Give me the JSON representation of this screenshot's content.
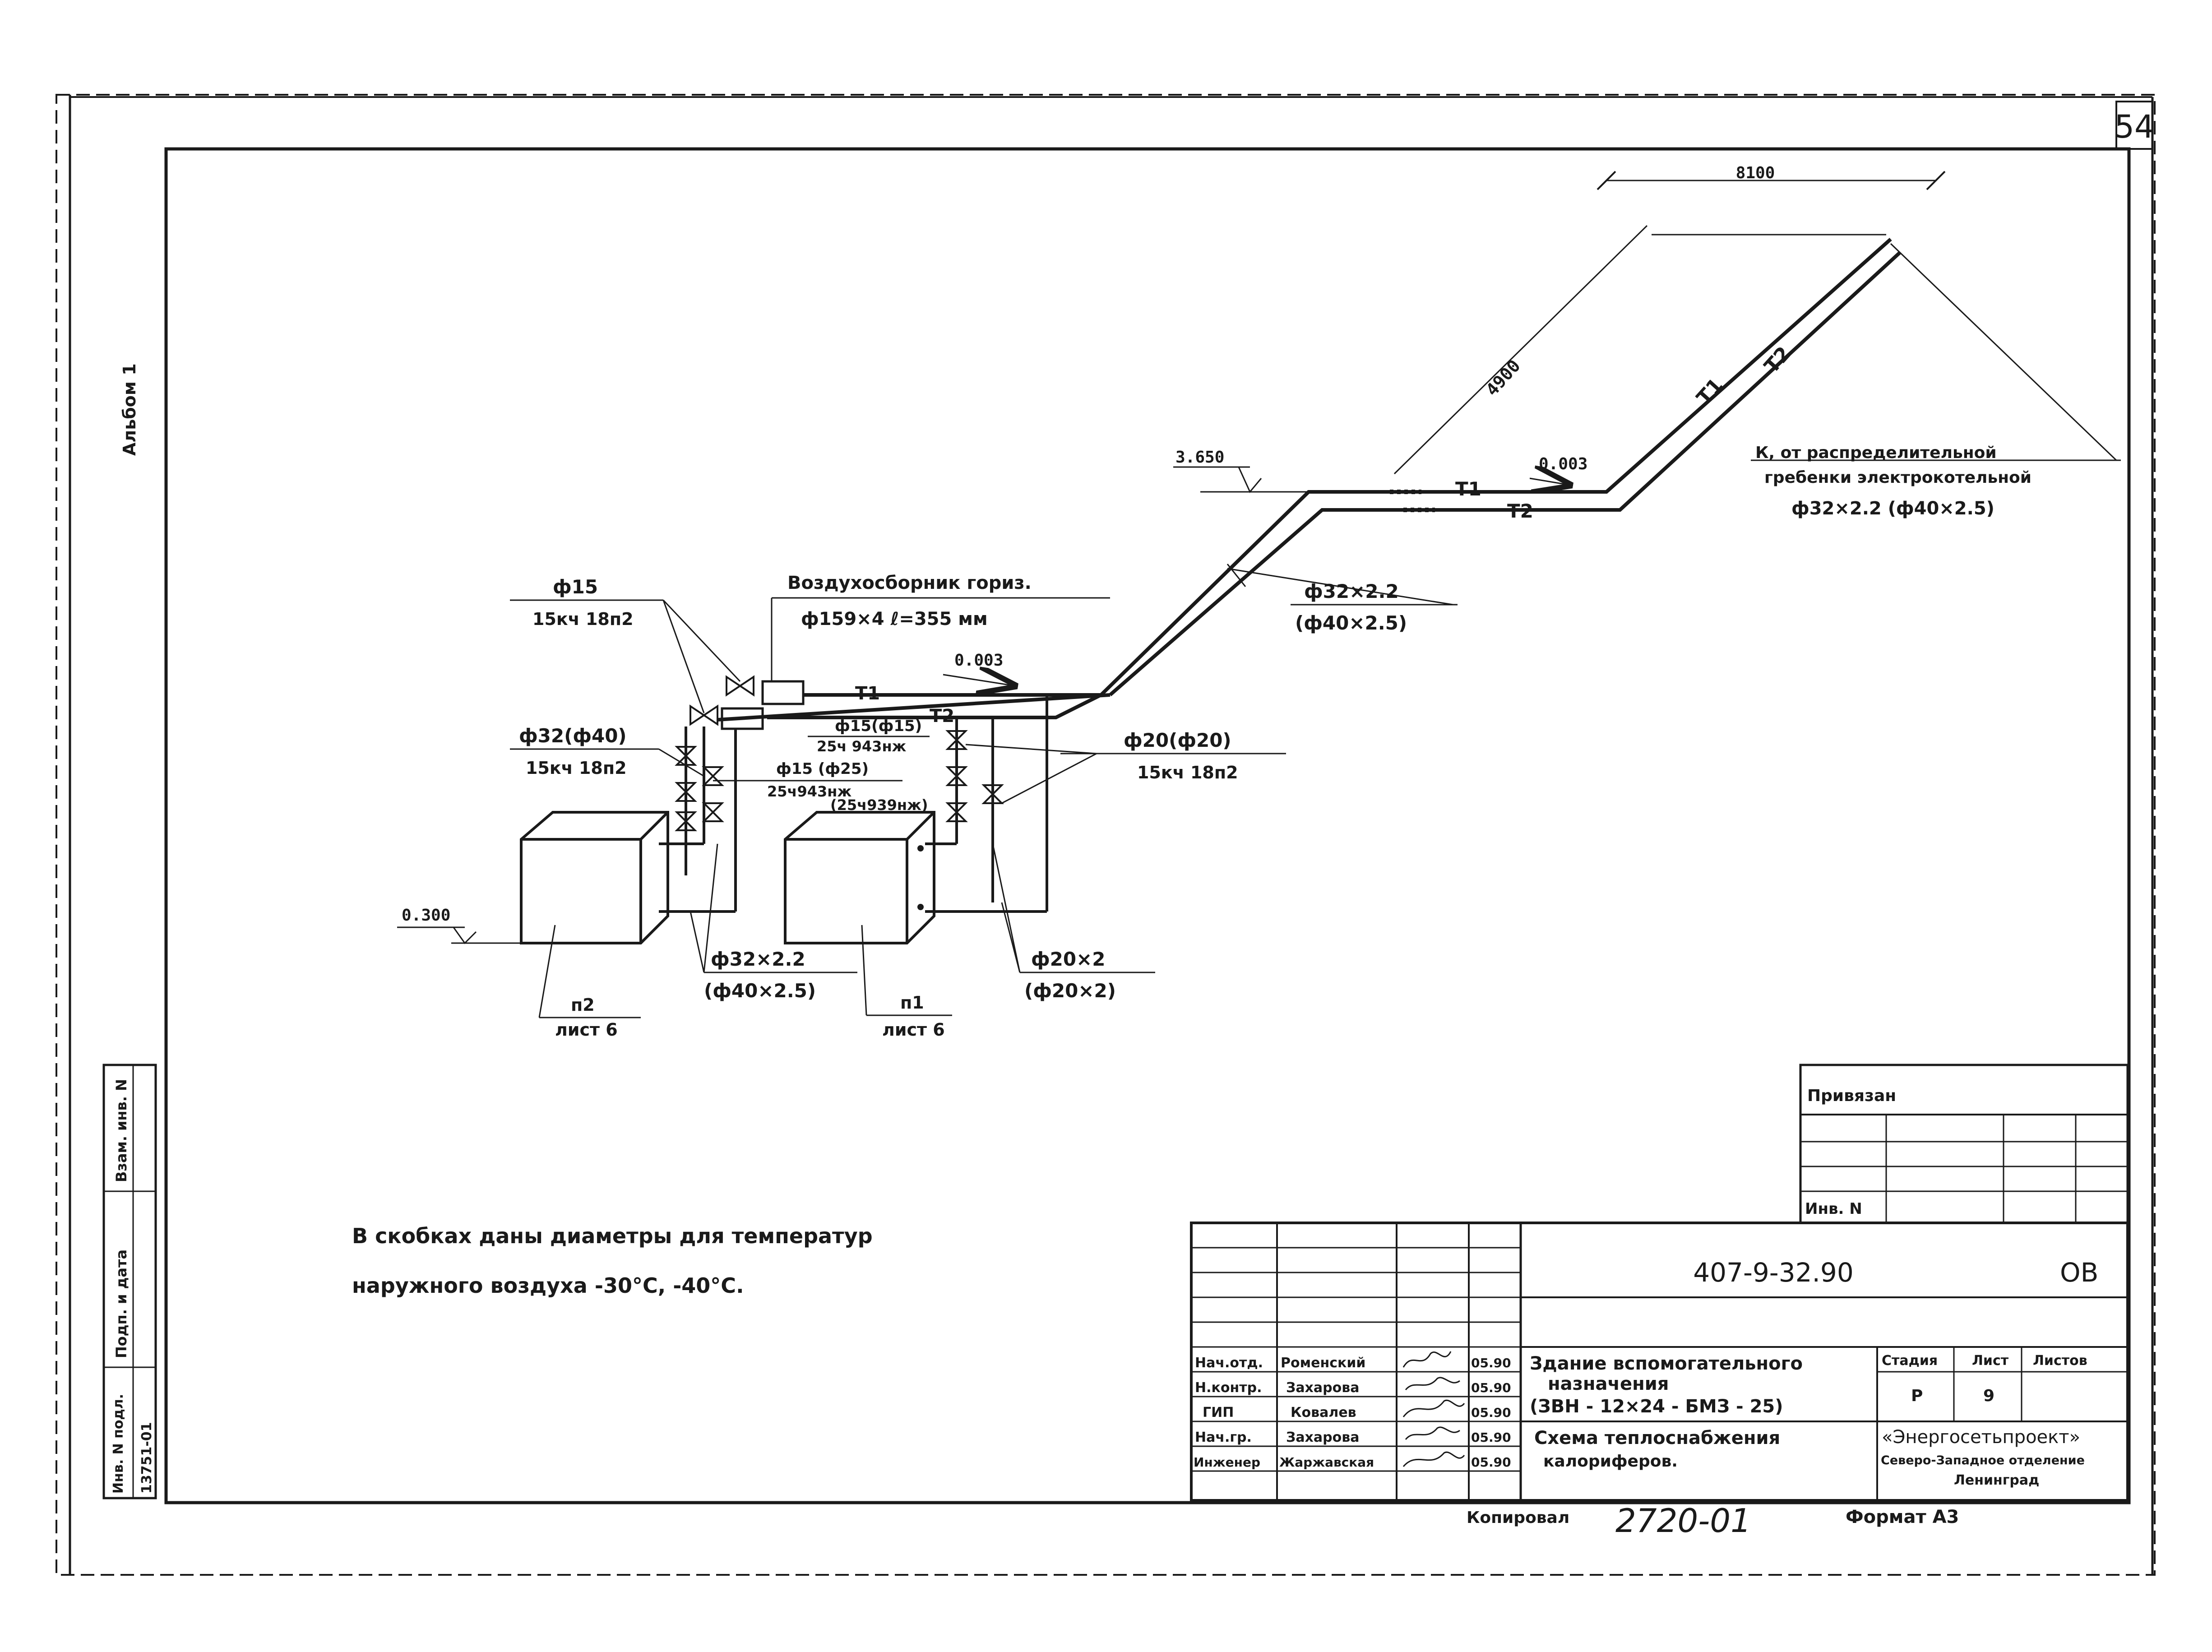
{
  "sheet": {
    "corner_number": "54",
    "side_note": "Альбом 1",
    "note_line1": "В скобках даны диаметры для температур",
    "note_line2": "наружного воздуха -30°С, -40°С.",
    "copied": "Копировал",
    "copy_no": "2720-01",
    "format": "Формат А3"
  },
  "labels": {
    "dim_top": "8100",
    "dim_diag": "4900",
    "elev_upper": "3.650",
    "slope_upper": "0.003",
    "slope_lower": "0.003",
    "elev_floor": "0.300",
    "t1": "T1",
    "t2": "T2",
    "source_line1": "К, от распределительной",
    "source_line2": "гребенки электрокотельной",
    "source_line3": "ф32×2.2  (ф40×2.5)",
    "riser_top": "ф32×2.2",
    "riser_bot": "(ф40×2.5)",
    "air_top": "Воздухосборник гориз.",
    "air_bot": "ф159×4   ℓ=355 мм",
    "v15_top": "ф15",
    "v15_bot": "15кч 18п2",
    "v32_top": "ф32(ф40)",
    "v32_bot": "15кч 18п2",
    "s15a_top": "ф15(ф15)",
    "s15a_bot": "25ч 943нж",
    "s15b_top": "ф15 (ф25)",
    "s15b_mid": "25ч943нж",
    "s15b_bot": "(25ч939нж)",
    "v20_top": "ф20(ф20)",
    "v20_bot": "15кч 18п2",
    "p32_top": "ф32×2.2",
    "p32_bot": "(ф40×2.5)",
    "p20_top": "ф20×2",
    "p20_bot": "(ф20×2)",
    "u2_top": "п2",
    "u2_bot": "лист 6",
    "u1_top": "п1",
    "u1_bot": "лист 6"
  },
  "side_strip": [
    "Взам. инв. N",
    "Подп. и дата",
    "Инв. N подл."
  ],
  "side_strip_value": "13751-01",
  "privyazan": {
    "title": "Привязан",
    "inv": "Инв. N"
  },
  "title_block": {
    "code": "407-9-32.90",
    "mark": "ОВ",
    "roles": [
      {
        "role": "Нач.отд.",
        "name": "Роменский",
        "date": "05.90"
      },
      {
        "role": "Н.контр.",
        "name": "Захарова",
        "date": "05.90"
      },
      {
        "role": "ГИП",
        "name": "Ковалев",
        "date": "05.90"
      },
      {
        "role": "Нач.гр.",
        "name": "Захарова",
        "date": "05.90"
      },
      {
        "role": "Инженер",
        "name": "Жаржавская",
        "date": "05.90"
      }
    ],
    "project_line1": "Здание вспомогательного",
    "project_line2": "назначения",
    "project_line3": "(ЗВН - 12×24 - БМЗ - 25)",
    "sheet_line1": "Схема теплоснабжения",
    "sheet_line2": "калориферов.",
    "stage_h": "Стадия",
    "sheet_h": "Лист",
    "sheets_h": "Листов",
    "stage": "Р",
    "sheet_no": "9",
    "org_line1": "«Энергосетьпроект»",
    "org_line2": "Северо-Западное отделение",
    "org_line3": "Ленинград"
  }
}
